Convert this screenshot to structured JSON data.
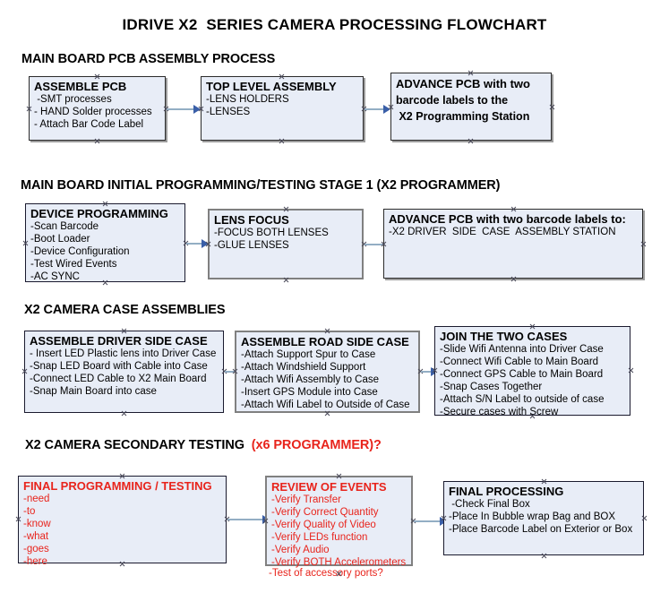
{
  "document": {
    "title": "IDRIVE X2  SERIES CAMERA PROCESSING FLOWCHART"
  },
  "sections": [
    {
      "id": "main-board-pcb-assembly-process",
      "title": "MAIN BOARD PCB ASSEMBLY PROCESS",
      "title_accent": ""
    },
    {
      "id": "main-board-initial-programming",
      "title": "MAIN BOARD INITIAL PROGRAMMING/TESTING STAGE 1 (X2 PROGRAMMER)",
      "title_accent": ""
    },
    {
      "id": "x2-camera-case-assemblies",
      "title": "X2 CAMERA CASE ASSEMBLIES",
      "title_accent": ""
    },
    {
      "id": "x2-camera-secondary-testing",
      "title": "X2 CAMERA SECONDARY TESTING  ",
      "title_accent": "(x6 PROGRAMMER)?"
    }
  ],
  "boxes": {
    "assemble_pcb": {
      "title": "ASSEMBLE PCB",
      "lines": [
        " -SMT processes",
        "- HAND Solder processes",
        "- Attach Bar Code Label"
      ]
    },
    "top_level_assembly": {
      "title": "TOP LEVEL ASSEMBLY",
      "lines": [
        "-LENS HOLDERS",
        "-LENSES"
      ]
    },
    "advance_pcb_programming_station": {
      "title": "ADVANCE PCB with two",
      "lines": [
        "barcode labels to the",
        " X2 Programming Station"
      ]
    },
    "device_programming": {
      "title": "DEVICE PROGRAMMING",
      "lines": [
        "-Scan Barcode",
        "-Boot Loader",
        "-Device Configuration",
        "-Test Wired Events",
        "-AC SYNC"
      ]
    },
    "lens_focus": {
      "title": "LENS FOCUS",
      "lines": [
        "-FOCUS BOTH LENSES",
        "-GLUE LENSES"
      ]
    },
    "advance_pcb_driver_side": {
      "title": "ADVANCE PCB with two barcode labels to:",
      "lines": [
        "-X2 DRIVER  SIDE  CASE  ASSEMBLY STATION"
      ]
    },
    "assemble_driver_side_case": {
      "title": "ASSEMBLE DRIVER SIDE CASE",
      "lines": [
        "- Insert LED Plastic lens into Driver Case",
        "-Snap LED Board with Cable into Case",
        "-Connect LED Cable to X2 Main Board",
        "-Snap Main Board into case"
      ]
    },
    "assemble_road_side_case": {
      "title": "ASSEMBLE ROAD SIDE CASE",
      "lines": [
        "-Attach Support Spur to Case",
        "-Attach Windshield Support",
        "-Attach Wifi Assembly to Case",
        "-Insert GPS Module into Case",
        "-Attach Wifi Label to Outside of Case"
      ]
    },
    "join_the_two_cases": {
      "title": "JOIN THE TWO CASES",
      "lines": [
        "-Slide Wifi Antenna into Driver Case",
        "-Connect Wifi Cable to Main Board",
        "-Connect GPS Cable to Main Board",
        "-Snap Cases Together",
        "-Attach S/N Label to outside of case",
        "-Secure cases with Screw"
      ]
    },
    "final_programming_testing": {
      "title": "FINAL PROGRAMMING / TESTING",
      "lines": [
        "-need",
        "-to",
        "-know",
        "-what",
        "-goes",
        "-here"
      ]
    },
    "review_of_events": {
      "title": "REVIEW OF EVENTS",
      "lines": [
        "-Verify Transfer",
        "-Verify Correct Quantity",
        "-Verify Quality of Video",
        "-Verify LEDs function",
        "-Verify Audio",
        "-Verify BOTH Accelerometers"
      ],
      "overflow_line": "-Test of accessory ports?"
    },
    "final_processing": {
      "title": "FINAL PROCESSING",
      "lines": [
        " -Check Final Box",
        "-Place In Bubble wrap Bag and BOX",
        "-Place Barcode Label on Exterior or Box"
      ]
    }
  },
  "colors": {
    "box_fill": "#e8edf7",
    "box_border": "#1a1a2e",
    "accent_red": "#e8241c",
    "connector": "#93aec4",
    "arrowhead": "#3a5fa8",
    "text": "#000000"
  }
}
